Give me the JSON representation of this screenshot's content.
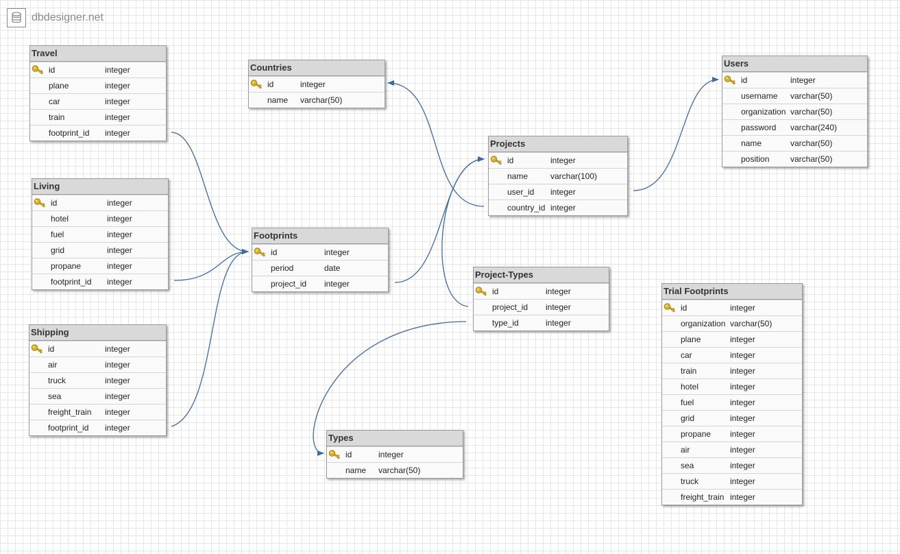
{
  "app": {
    "logo_text": "dbdesigner.net"
  },
  "colors": {
    "link": "#3d6aa0",
    "header": "#d9d9d9",
    "key": "#e0b323"
  },
  "tables": {
    "travel": {
      "title": "Travel",
      "columns": [
        {
          "name": "id",
          "type": "integer",
          "pk": true
        },
        {
          "name": "plane",
          "type": "integer"
        },
        {
          "name": "car",
          "type": "integer"
        },
        {
          "name": "train",
          "type": "integer"
        },
        {
          "name": "footprint_id",
          "type": "integer"
        }
      ]
    },
    "living": {
      "title": "Living",
      "columns": [
        {
          "name": "id",
          "type": "integer",
          "pk": true
        },
        {
          "name": "hotel",
          "type": "integer"
        },
        {
          "name": "fuel",
          "type": "integer"
        },
        {
          "name": "grid",
          "type": "integer"
        },
        {
          "name": "propane",
          "type": "integer"
        },
        {
          "name": "footprint_id",
          "type": "integer"
        }
      ]
    },
    "shipping": {
      "title": "Shipping",
      "columns": [
        {
          "name": "id",
          "type": "integer",
          "pk": true
        },
        {
          "name": "air",
          "type": "integer"
        },
        {
          "name": "truck",
          "type": "integer"
        },
        {
          "name": "sea",
          "type": "integer"
        },
        {
          "name": "freight_train",
          "type": "integer"
        },
        {
          "name": "footprint_id",
          "type": "integer"
        }
      ]
    },
    "countries": {
      "title": "Countries",
      "columns": [
        {
          "name": "id",
          "type": "integer",
          "pk": true
        },
        {
          "name": "name",
          "type": "varchar(50)"
        }
      ]
    },
    "footprints": {
      "title": "Footprints",
      "columns": [
        {
          "name": "id",
          "type": "integer",
          "pk": true
        },
        {
          "name": "period",
          "type": "date"
        },
        {
          "name": "project_id",
          "type": "integer"
        }
      ]
    },
    "projects": {
      "title": "Projects",
      "columns": [
        {
          "name": "id",
          "type": "integer",
          "pk": true
        },
        {
          "name": "name",
          "type": "varchar(100)"
        },
        {
          "name": "user_id",
          "type": "integer"
        },
        {
          "name": "country_id",
          "type": "integer"
        }
      ]
    },
    "project_types": {
      "title": "Project-Types",
      "columns": [
        {
          "name": "id",
          "type": "integer",
          "pk": true
        },
        {
          "name": "project_id",
          "type": "integer"
        },
        {
          "name": "type_id",
          "type": "integer"
        }
      ]
    },
    "types": {
      "title": "Types",
      "columns": [
        {
          "name": "id",
          "type": "integer",
          "pk": true
        },
        {
          "name": "name",
          "type": "varchar(50)"
        }
      ]
    },
    "users": {
      "title": "Users",
      "columns": [
        {
          "name": "id",
          "type": "integer",
          "pk": true
        },
        {
          "name": "username",
          "type": "varchar(50)"
        },
        {
          "name": "organization",
          "type": "varchar(50)"
        },
        {
          "name": "password",
          "type": "varchar(240)"
        },
        {
          "name": "name",
          "type": "varchar(50)"
        },
        {
          "name": "position",
          "type": "varchar(50)"
        }
      ]
    },
    "trial_footprints": {
      "title": "Trial Footprints",
      "columns": [
        {
          "name": "id",
          "type": "integer",
          "pk": true
        },
        {
          "name": "organization",
          "type": "varchar(50)"
        },
        {
          "name": "plane",
          "type": "integer"
        },
        {
          "name": "car",
          "type": "integer"
        },
        {
          "name": "train",
          "type": "integer"
        },
        {
          "name": "hotel",
          "type": "integer"
        },
        {
          "name": "fuel",
          "type": "integer"
        },
        {
          "name": "grid",
          "type": "integer"
        },
        {
          "name": "propane",
          "type": "integer"
        },
        {
          "name": "air",
          "type": "integer"
        },
        {
          "name": "sea",
          "type": "integer"
        },
        {
          "name": "truck",
          "type": "integer"
        },
        {
          "name": "freight_train",
          "type": "integer"
        }
      ]
    }
  },
  "relations": [
    {
      "from": "travel.footprint_id",
      "to": "footprints.id"
    },
    {
      "from": "living.footprint_id",
      "to": "footprints.id"
    },
    {
      "from": "shipping.footprint_id",
      "to": "footprints.id"
    },
    {
      "from": "footprints.project_id",
      "to": "projects.id"
    },
    {
      "from": "projects.country_id",
      "to": "countries.id"
    },
    {
      "from": "projects.user_id",
      "to": "users.id"
    },
    {
      "from": "project_types.project_id",
      "to": "projects.id"
    },
    {
      "from": "project_types.type_id",
      "to": "types.id"
    }
  ]
}
